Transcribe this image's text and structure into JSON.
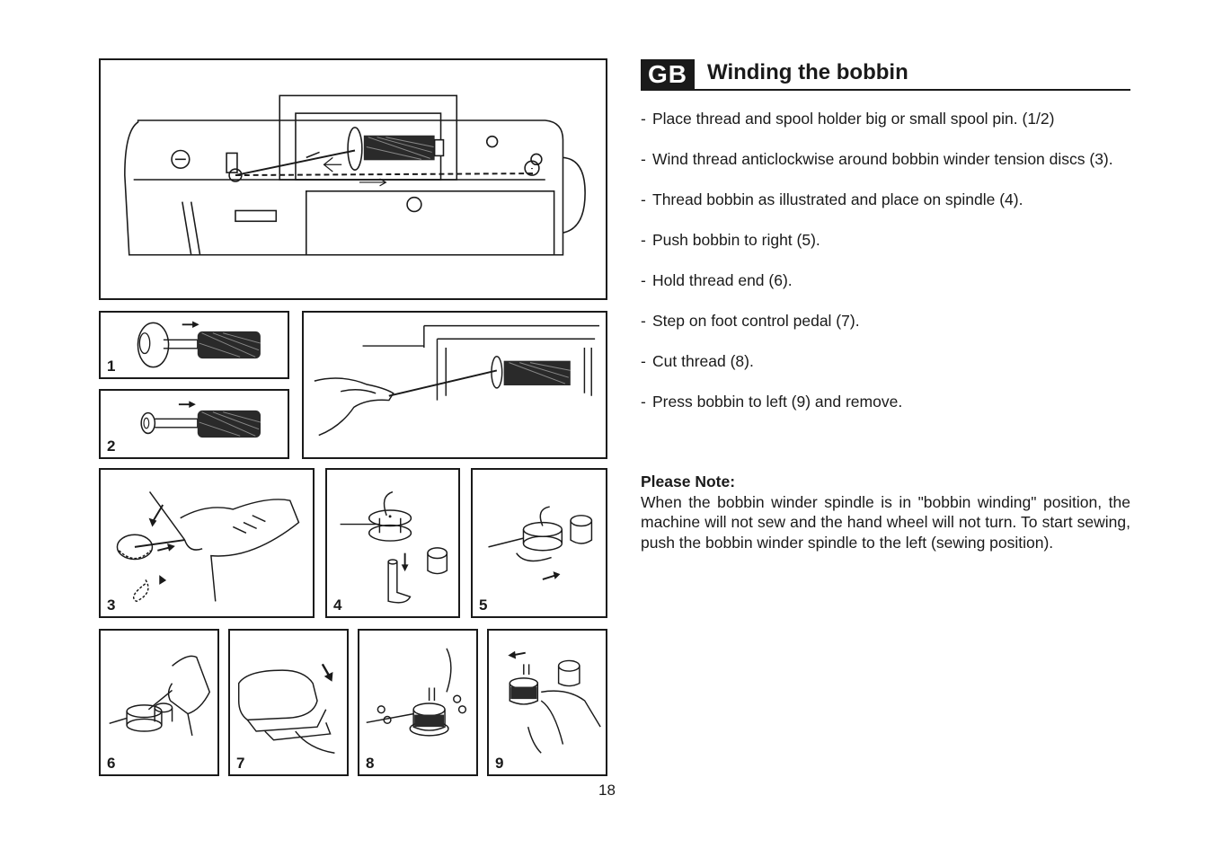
{
  "header": {
    "language_badge": "GB",
    "title": "Winding the bobbin"
  },
  "steps": [
    {
      "dash": "-",
      "text": "Place thread and spool holder big or small spool pin. (1/2)"
    },
    {
      "dash": "-",
      "text": "Wind thread anticlockwise around bobbin winder tension discs (3)."
    },
    {
      "dash": "-",
      "text": "Thread bobbin as illustrated and place on spindle (4)."
    },
    {
      "dash": "-",
      "text": "Push bobbin to right (5)."
    },
    {
      "dash": "-",
      "text": "Hold thread end (6)."
    },
    {
      "dash": "-",
      "text": "Step on foot control pedal (7)."
    },
    {
      "dash": "-",
      "text": "Cut thread (8)."
    },
    {
      "dash": "-",
      "text": "Press bobbin to left (9) and remove."
    }
  ],
  "note": {
    "title": "Please Note:",
    "body": "When the bobbin winder spindle is in \"bobbin winding\" position, the machine will not sew and the hand wheel will not turn. To start sewing, push the bobbin winder spindle to the left (sewing position)."
  },
  "figures": {
    "fig1": "1",
    "fig2": "2",
    "fig3": "3",
    "fig4": "4",
    "fig5": "5",
    "fig6": "6",
    "fig7": "7",
    "fig8": "8",
    "fig9": "9"
  },
  "page_number": "18"
}
